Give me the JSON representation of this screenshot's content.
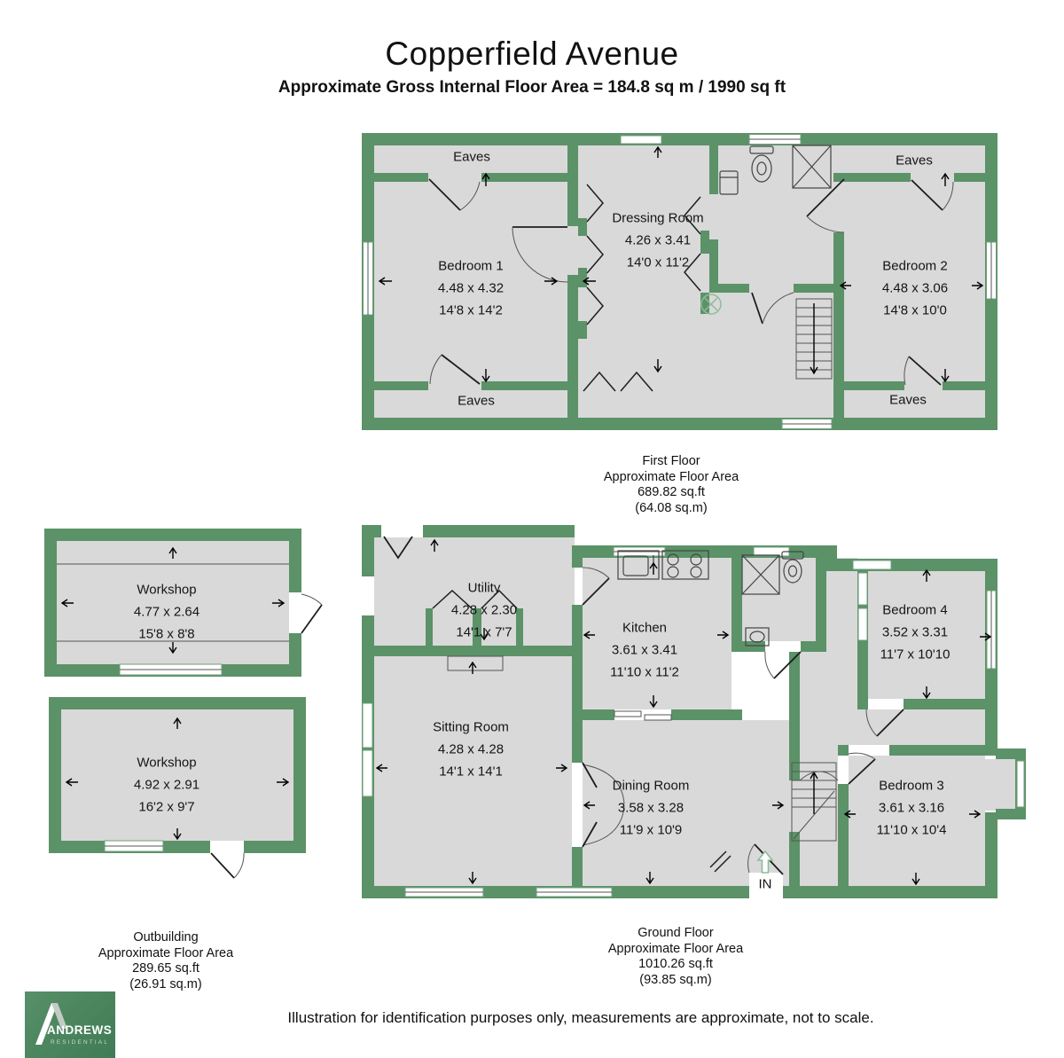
{
  "header": {
    "title": "Copperfield Avenue",
    "subtitle": "Approximate Gross Internal Floor Area = 184.8 sq m / 1990 sq ft"
  },
  "first_floor": {
    "eaves": {
      "top_left": "Eaves",
      "bottom_left": "Eaves",
      "top_right": "Eaves",
      "bottom_right": "Eaves"
    },
    "rooms": {
      "bedroom1": {
        "name": "Bedroom 1",
        "metric": "4.48 x 4.32",
        "imperial": "14'8 x 14'2"
      },
      "dressing": {
        "name": "Dressing Room",
        "metric": "4.26 x 3.41",
        "imperial": "14'0 x 11'2"
      },
      "bedroom2": {
        "name": "Bedroom 2",
        "metric": "4.48 x 3.06",
        "imperial": "14'8 x 10'0"
      }
    },
    "caption": {
      "floor": "First Floor",
      "area_label": "Approximate Floor Area",
      "sqft": "689.82 sq.ft",
      "sqm": "(64.08 sq.m)"
    }
  },
  "ground_floor": {
    "rooms": {
      "utility": {
        "name": "Utility",
        "metric": "4.28 x 2.30",
        "imperial": "14'1 x 7'7"
      },
      "kitchen": {
        "name": "Kitchen",
        "metric": "3.61 x 3.41",
        "imperial": "11'10 x 11'2"
      },
      "bedroom4": {
        "name": "Bedroom 4",
        "metric": "3.52 x 3.31",
        "imperial": "11'7 x 10'10"
      },
      "sitting": {
        "name": "Sitting Room",
        "metric": "4.28 x 4.28",
        "imperial": "14'1 x 14'1"
      },
      "dining": {
        "name": "Dining Room",
        "metric": "3.58 x 3.28",
        "imperial": "11'9 x 10'9"
      },
      "bedroom3": {
        "name": "Bedroom 3",
        "metric": "3.61 x 3.16",
        "imperial": "11'10 x 10'4"
      }
    },
    "entrance": "IN",
    "caption": {
      "floor": "Ground Floor",
      "area_label": "Approximate Floor Area",
      "sqft": "1010.26 sq.ft",
      "sqm": "(93.85 sq.m)"
    }
  },
  "outbuilding": {
    "workshop1": {
      "name": "Workshop",
      "metric": "4.77 x 2.64",
      "imperial": "15'8 x 8'8"
    },
    "workshop2": {
      "name": "Workshop",
      "metric": "4.92 x 2.91",
      "imperial": "16'2 x 9'7"
    },
    "caption": {
      "building": "Outbuilding",
      "area_label": "Approximate Floor Area",
      "sqft": "289.65 sq.ft",
      "sqm": "(26.91 sq.m)"
    }
  },
  "logo": {
    "name": "ANDREWS",
    "tagline": "RESIDENTIAL"
  },
  "footer": "Illustration for identification purposes only, measurements are approximate, not to scale.",
  "colors": {
    "wall_green": "#5b9268",
    "room_gray": "#d9d9d9",
    "logo_green": "#4f8b61",
    "symbol_green": "#8fbc9b"
  }
}
